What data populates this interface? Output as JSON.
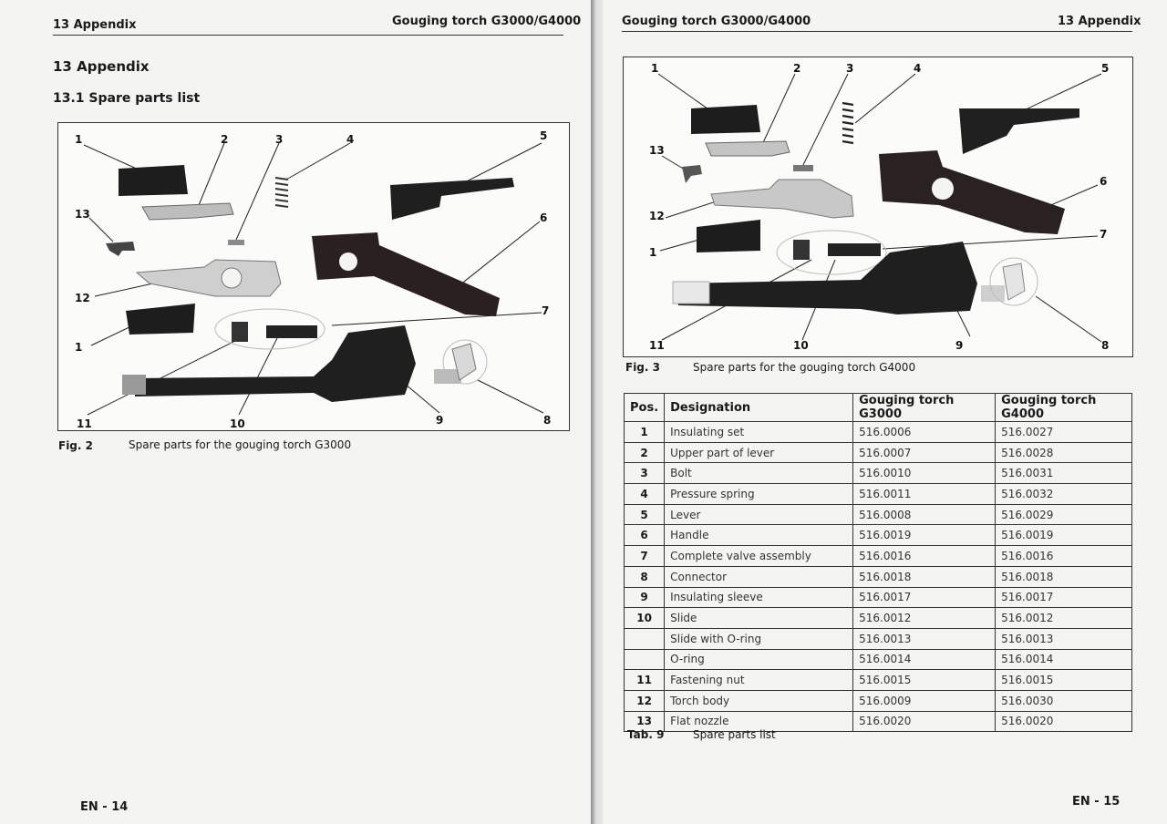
{
  "left_page": {
    "header_left": "13 Appendix",
    "header_right": "Gouging torch G3000/G4000",
    "section_title": "13 Appendix",
    "subsection_title": "13.1 Spare parts list",
    "figure_callouts": [
      "1",
      "2",
      "3",
      "4",
      "5",
      "13",
      "6",
      "12",
      "7",
      "1",
      "11",
      "10",
      "9",
      "8"
    ],
    "figure_number": "Fig. 2",
    "figure_caption": "Spare parts for the gouging torch G3000",
    "page_number": "EN - 14"
  },
  "right_page": {
    "header_left": "Gouging torch G3000/G4000",
    "header_right": "13 Appendix",
    "figure_callouts": [
      "1",
      "2",
      "3",
      "4",
      "5",
      "13",
      "6",
      "12",
      "7",
      "1",
      "11",
      "10",
      "9",
      "8"
    ],
    "figure_number": "Fig. 3",
    "figure_caption": "Spare parts for the gouging torch G4000",
    "table": {
      "headers": [
        "Pos.",
        "Designation",
        "Gouging torch G3000",
        "Gouging torch G4000"
      ],
      "rows": [
        [
          "1",
          "Insulating set",
          "516.0006",
          "516.0027"
        ],
        [
          "2",
          "Upper part of lever",
          "516.0007",
          "516.0028"
        ],
        [
          "3",
          "Bolt",
          "516.0010",
          "516.0031"
        ],
        [
          "4",
          "Pressure spring",
          "516.0011",
          "516.0032"
        ],
        [
          "5",
          "Lever",
          "516.0008",
          "516.0029"
        ],
        [
          "6",
          "Handle",
          "516.0019",
          "516.0019"
        ],
        [
          "7",
          "Complete valve assembly",
          "516.0016",
          "516.0016"
        ],
        [
          "8",
          "Connector",
          "516.0018",
          "516.0018"
        ],
        [
          "9",
          "Insulating sleeve",
          "516.0017",
          "516.0017"
        ],
        [
          "10",
          "Slide",
          "516.0012",
          "516.0012"
        ],
        [
          "",
          "Slide with O-ring",
          "516.0013",
          "516.0013"
        ],
        [
          "",
          "O-ring",
          "516.0014",
          "516.0014"
        ],
        [
          "11",
          "Fastening nut",
          "516.0015",
          "516.0015"
        ],
        [
          "12",
          "Torch body",
          "516.0009",
          "516.0030"
        ],
        [
          "13",
          "Flat nozzle",
          "516.0020",
          "516.0020"
        ]
      ]
    },
    "table_number": "Tab. 9",
    "table_caption": "Spare parts list",
    "page_number": "EN - 15"
  }
}
